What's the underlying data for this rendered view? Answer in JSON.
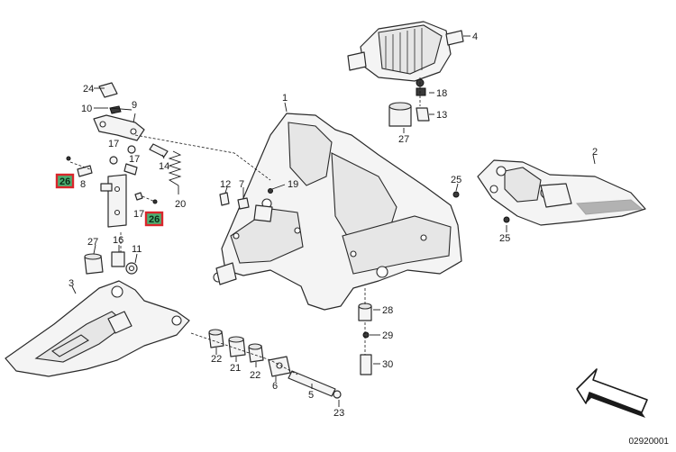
{
  "figure_code": "02920001",
  "callouts": [
    {
      "id": "c1",
      "label": "1"
    },
    {
      "id": "c2",
      "label": "2"
    },
    {
      "id": "c3",
      "label": "3"
    },
    {
      "id": "c4",
      "label": "4"
    },
    {
      "id": "c5",
      "label": "5"
    },
    {
      "id": "c6",
      "label": "6"
    },
    {
      "id": "c8",
      "label": "8"
    },
    {
      "id": "c9",
      "label": "9"
    },
    {
      "id": "c10",
      "label": "10"
    },
    {
      "id": "c11",
      "label": "11"
    },
    {
      "id": "c12",
      "label": "12"
    },
    {
      "id": "c13",
      "label": "13"
    },
    {
      "id": "c14",
      "label": "14"
    },
    {
      "id": "c16",
      "label": "16"
    },
    {
      "id": "c17a",
      "label": "17"
    },
    {
      "id": "c17b",
      "label": "17"
    },
    {
      "id": "c17c",
      "label": "17"
    },
    {
      "id": "c18",
      "label": "18"
    },
    {
      "id": "c19",
      "label": "19"
    },
    {
      "id": "c20",
      "label": "20"
    },
    {
      "id": "c21",
      "label": "21"
    },
    {
      "id": "c22",
      "label": "22"
    },
    {
      "id": "c23",
      "label": "23"
    },
    {
      "id": "c24",
      "label": "24"
    },
    {
      "id": "c25a",
      "label": "25"
    },
    {
      "id": "c25b",
      "label": "25"
    },
    {
      "id": "c26a",
      "label": "26"
    },
    {
      "id": "c26b",
      "label": "26"
    },
    {
      "id": "c27a",
      "label": "27"
    },
    {
      "id": "c27b",
      "label": "27"
    },
    {
      "id": "c28",
      "label": "28"
    },
    {
      "id": "c29",
      "label": "29"
    },
    {
      "id": "c30",
      "label": "30"
    },
    {
      "id": "c7",
      "label": "7"
    }
  ],
  "highlighted_parts": [
    "26"
  ],
  "colors": {
    "highlight_fill": "#4caf72",
    "highlight_border": "#d9262c",
    "line": "#2a2a2a"
  },
  "icons": [
    "direction-arrow-icon"
  ]
}
